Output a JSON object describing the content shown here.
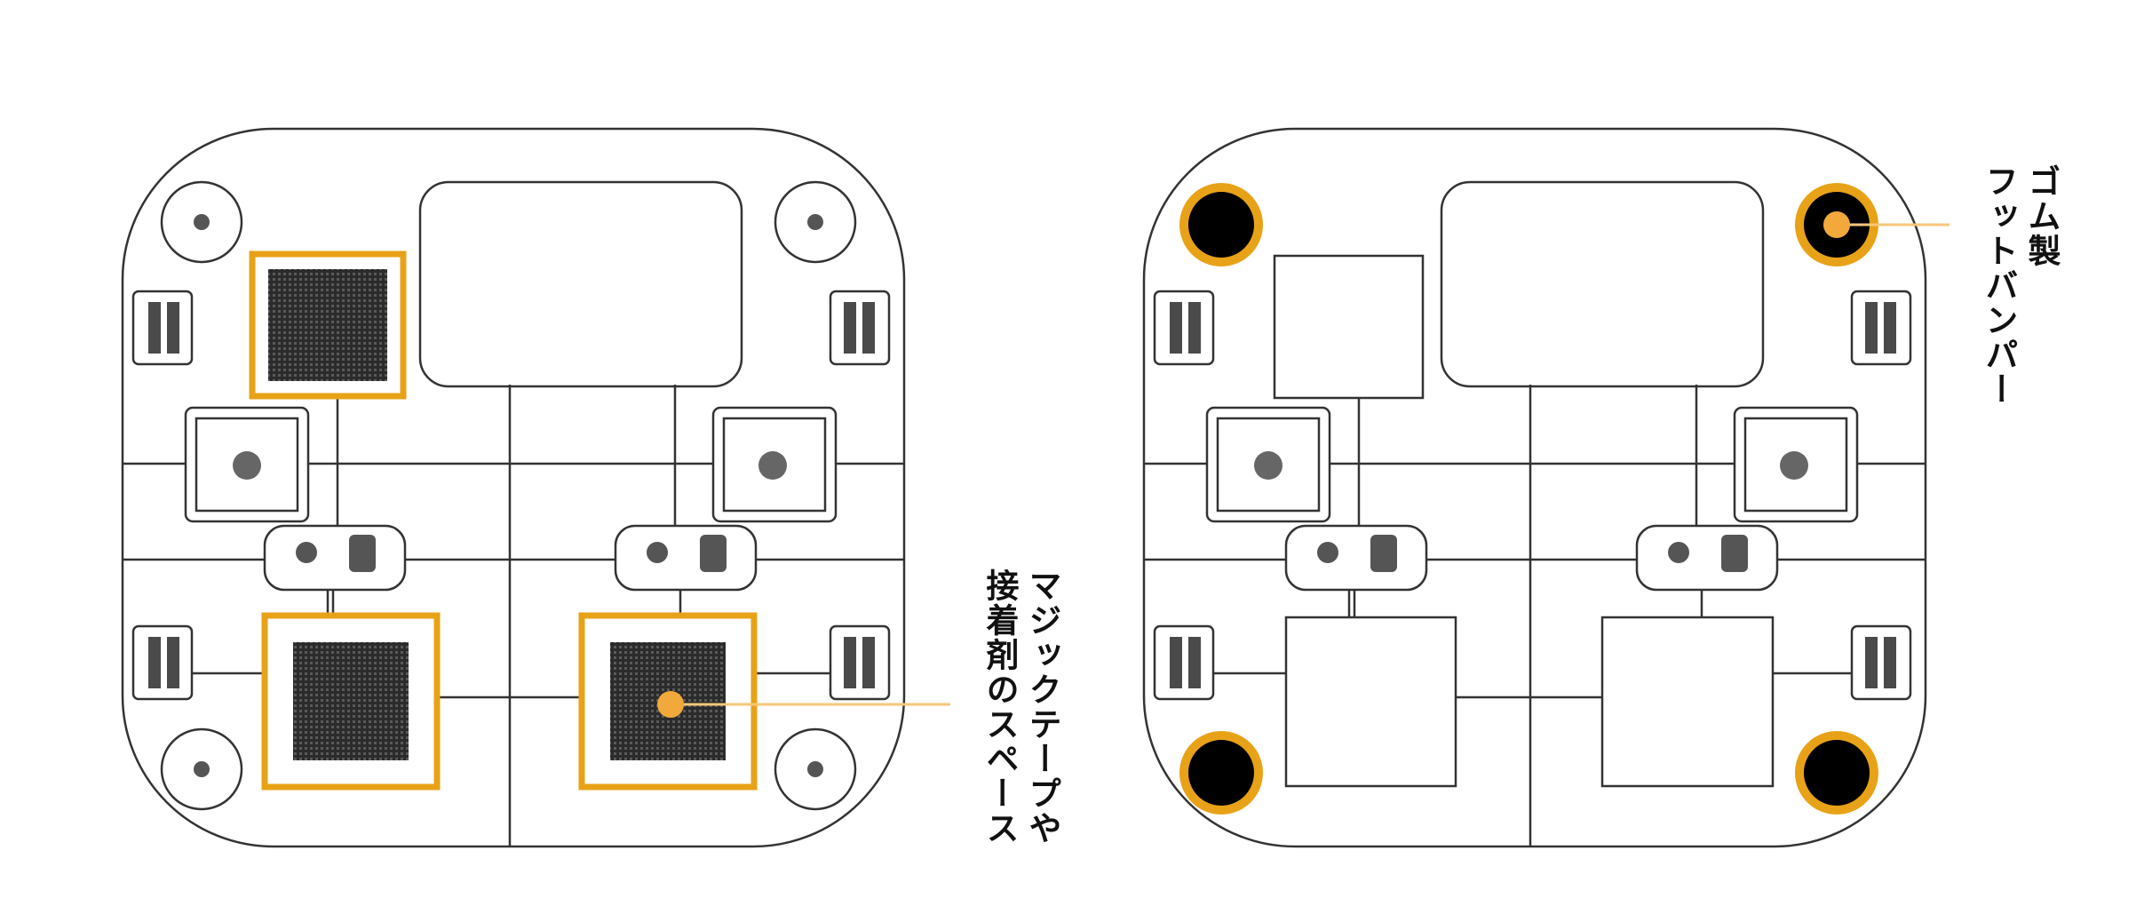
{
  "labels": {
    "left_line1": "マジックテープや",
    "left_line2": "接着剤のスペース",
    "right_line1": "ゴム製",
    "right_line2": "フットバンパー"
  },
  "colors": {
    "accent": "#E8A217",
    "outline": "#333333",
    "foot": "#000000",
    "pad": "#2b2b2b",
    "slot": "#4a4a4a",
    "callout_line": "#F5C77A"
  }
}
